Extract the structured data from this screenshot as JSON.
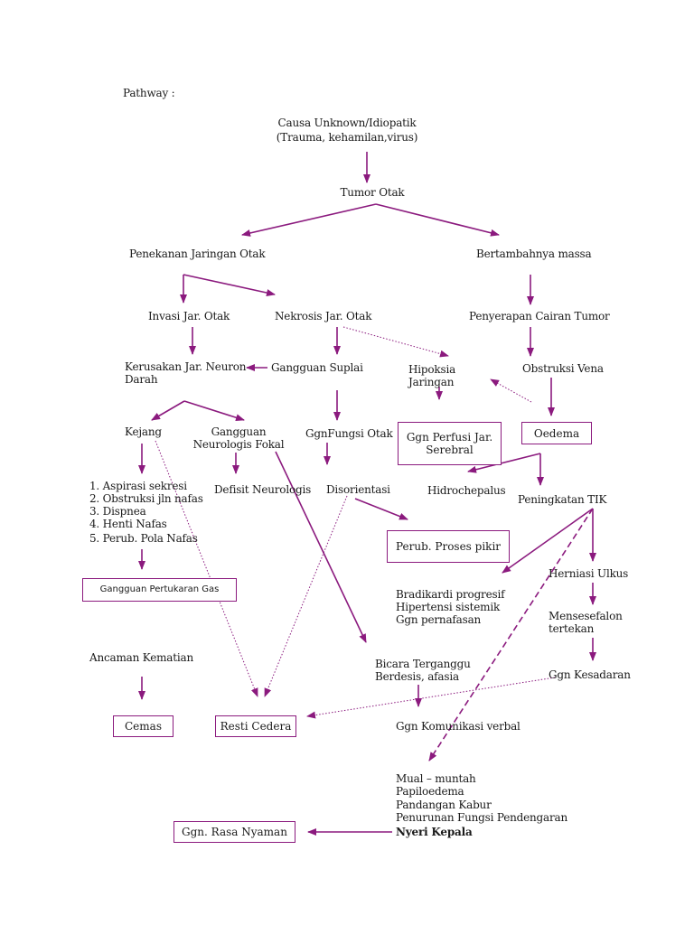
{
  "header": {
    "label": "Pathway :"
  },
  "nodes": {
    "causa_l1": "Causa Unknown/Idiopatik",
    "causa_l2": "(Trauma, kehamilan,virus)",
    "tumor_otak": "Tumor Otak",
    "penekanan": "Penekanan Jaringan Otak",
    "bertambahnya": "Bertambahnya massa",
    "invasi": "Invasi Jar. Otak",
    "nekrosis": "Nekrosis Jar. Otak",
    "penyerapan": "Penyerapan Cairan Tumor",
    "kerusakan_l1": "Kerusakan Jar. Neuron",
    "kerusakan_l2": "Darah",
    "gangguan_suplai": "Gangguan Suplai",
    "hipoksia_l1": "Hipoksia",
    "hipoksia_l2": "Jaringan",
    "obstruksi_vena": "Obstruksi Vena",
    "kejang": "Kejang",
    "neuro_fokal_l1": "Gangguan",
    "neuro_fokal_l2": "Neurologis Fokal",
    "ggn_fungsi": "GgnFungsi Otak",
    "ggn_perfusi_l1": "Ggn Perfusi Jar.",
    "ggn_perfusi_l2": "Serebral",
    "oedema": "Oedema",
    "list_1": "1. Aspirasi sekresi",
    "list_2": "2. Obstruksi jln nafas",
    "list_3": "3. Dispnea",
    "list_4": "4. Henti Nafas",
    "list_5": "5. Perub. Pola Nafas",
    "defisit": "Defisit Neurologis",
    "disorientasi": "Disorientasi",
    "hidrochepalus": "Hidrochepalus",
    "peningkatan_tik": "Peningkatan TIK",
    "perub_proses": "Perub. Proses pikir",
    "gangguan_pertukaran": "Gangguan Pertukaran Gas",
    "bradikardi": "Bradikardi progresif",
    "hipertensi": "Hipertensi sistemik",
    "ggn_pernafasan": "Ggn pernafasan",
    "herniasi": "Herniasi Ulkus",
    "mensesefalon_l1": "Mensesefalon",
    "mensesefalon_l2": "tertekan",
    "ancaman": "Ancaman Kematian",
    "bicara_l1": "Bicara Terganggu",
    "bicara_l2": "Berdesis, afasia",
    "ggn_kesadaran": "Ggn Kesadaran",
    "cemas": "Cemas",
    "resti_cedera": "Resti Cedera",
    "ggn_komunikasi": "Ggn Komunikasi verbal",
    "mual": "Mual – muntah",
    "papiloedema": "Papiloedema",
    "pandangan": "Pandangan Kabur",
    "penurunan": "Penurunan Fungsi Pendengaran",
    "nyeri_kepala": "Nyeri Kepala",
    "ggn_rasa_nyaman": "Ggn. Rasa Nyaman"
  },
  "colors": {
    "arrow": "#8b1a7e"
  }
}
